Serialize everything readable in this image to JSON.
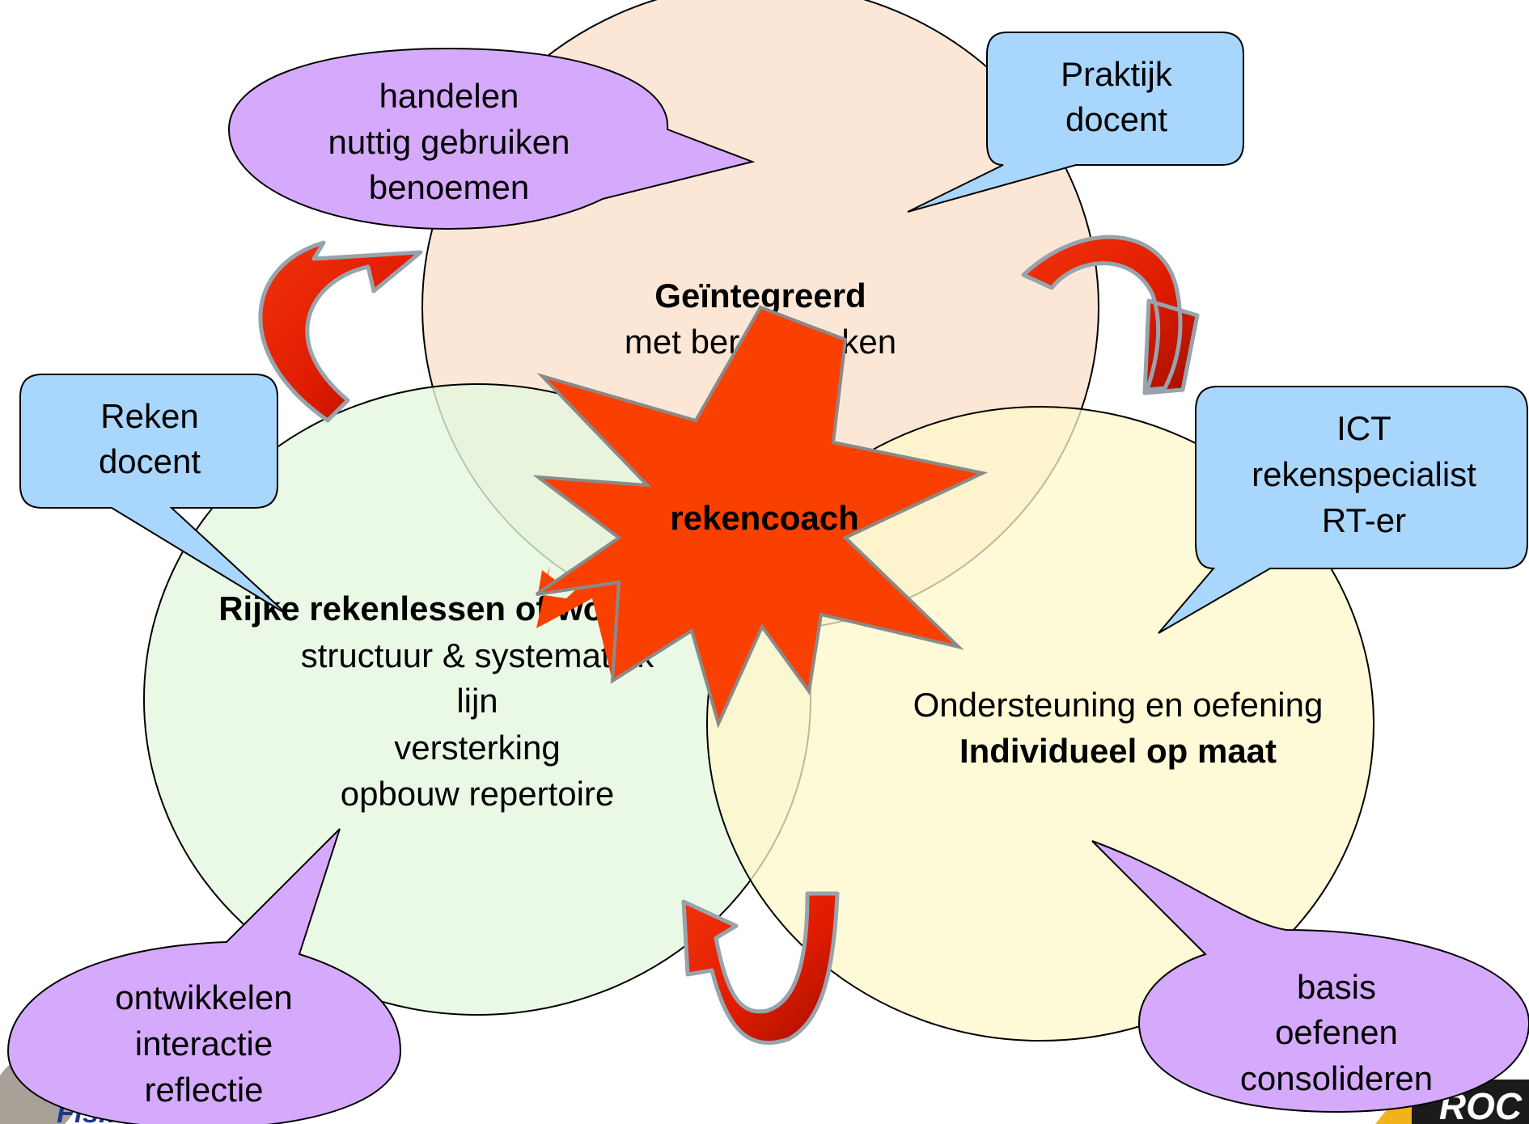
{
  "colors": {
    "circle_top": "#fbe3cf",
    "circle_left": "#e3f7df",
    "circle_right": "#fdf7c9",
    "bubble_purple": "#d5aafc",
    "bubble_blue": "#a9d6fc",
    "starburst": "#fa4000",
    "arrow_red": "#e01c00",
    "outline": "#000000"
  },
  "circles": {
    "top": {
      "bold_line": "Geïntegreerd",
      "lines": [
        "met beroepstaken"
      ]
    },
    "left": {
      "bold_line": "Rijke rekenlessen of workshops",
      "lines": [
        "structuur & systematiek",
        "lijn",
        "versterking",
        "opbouw repertoire"
      ]
    },
    "right": {
      "lines": [
        "Ondersteuning en oefening"
      ],
      "bold_line": "Individueel op maat"
    }
  },
  "center": {
    "label": "rekencoach"
  },
  "callouts": {
    "top_purple": {
      "lines": [
        "handelen",
        "nuttig gebruiken",
        "benoemen"
      ]
    },
    "top_blue": {
      "lines": [
        "Praktijk",
        "docent"
      ]
    },
    "left_blue": {
      "lines": [
        "Reken",
        "docent"
      ]
    },
    "right_blue": {
      "lines": [
        "ICT",
        "rekenspecialist",
        "RT-er"
      ]
    },
    "bottom_left_purple": {
      "lines": [
        "ontwikkelen",
        "interactie",
        "reflectie"
      ]
    },
    "bottom_right_purple": {
      "lines": [
        "basis",
        "oefenen",
        "consolideren"
      ]
    }
  },
  "logos": {
    "left": {
      "text": "Fisme",
      "icon": "fisme-logo-icon"
    },
    "right": {
      "text": "ROC",
      "icon": "roc-logo-icon"
    }
  },
  "arrows": [
    "cycle-arrow-left",
    "cycle-arrow-right",
    "cycle-arrow-bottom"
  ]
}
